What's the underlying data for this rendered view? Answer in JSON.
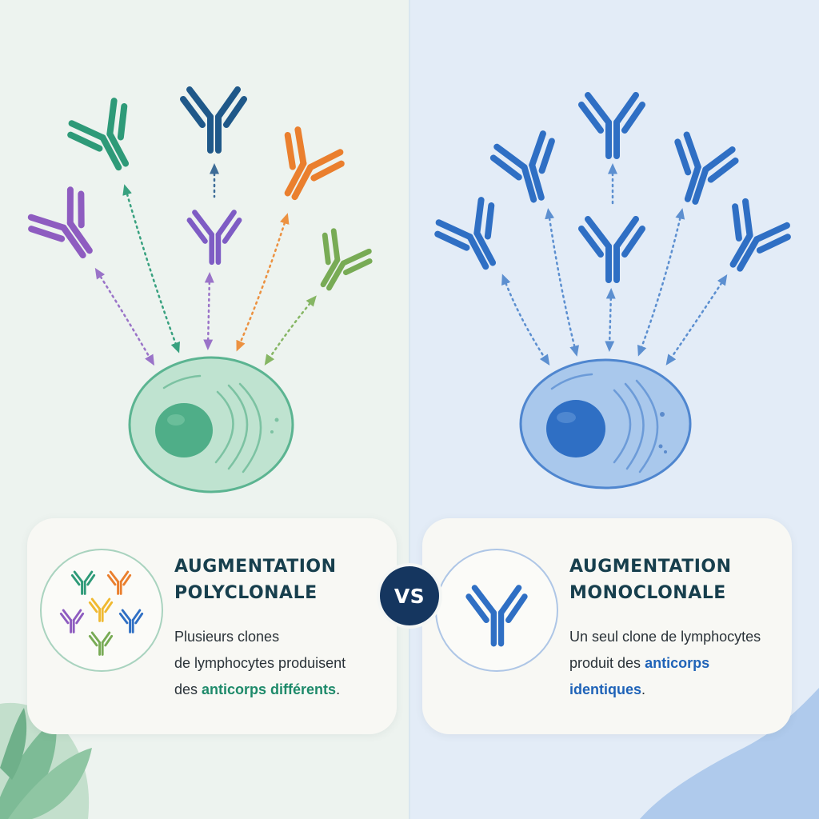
{
  "left": {
    "title_line1": "AUGMENTATION",
    "title_line2": "POLYCLONALE",
    "desc_line1": "Plusieurs clones",
    "desc_line2": "de lymphocytes produisent",
    "desc_line3_prefix": "des ",
    "desc_line3_highlight": "anticorps différents",
    "desc_line3_suffix": ".",
    "antibody_colors": [
      "#8e5cc0",
      "#2e9a78",
      "#1f5889",
      "#7e5cc4",
      "#ea7f2e",
      "#78ab55"
    ],
    "cell_color": "#bfe3d0",
    "nucleus_color": "#4fae88",
    "accent_color": "#1e8a6a"
  },
  "right": {
    "title_line1": "AUGMENTATION",
    "title_line2": "MONOCLONALE",
    "desc_line1": "Un seul clone de lymphocytes",
    "desc_line2_prefix": "produit des ",
    "desc_line2_highlight": "anticorps",
    "desc_line3_highlight": "identiques",
    "desc_line3_suffix": ".",
    "antibody_color": "#2f6fc4",
    "cell_color": "#a9c8ec",
    "nucleus_color": "#2f6fc4",
    "accent_color": "#1f63b8"
  },
  "vs_label": "VS"
}
